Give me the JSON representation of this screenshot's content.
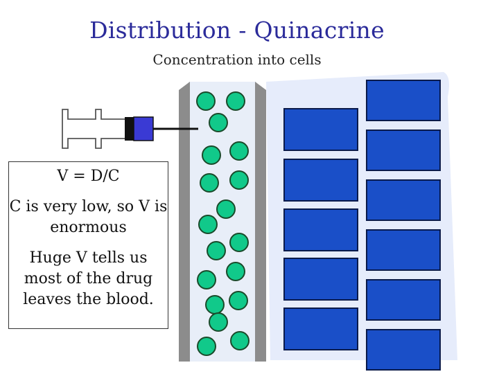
{
  "title": "Distribution - Quinacrine",
  "subtitle": "Concentration into cells",
  "text_box": {
    "line1": "V = D/C",
    "line2": "C is very low, so V is enormous",
    "line3": "Huge V tells us most of the drug leaves the blood."
  },
  "colors": {
    "title": "#2b2b9a",
    "molecule_fill": "#11c98a",
    "molecule_stroke": "#1a4a2a",
    "cell_fill": "#1a4fc8",
    "cell_stroke": "#0a1a4a",
    "tissue_bg": "#e6ecfb",
    "vessel_wall": "#8c8c8c",
    "vessel_inner": "#e8eef8",
    "plunger": "#3a3ad4"
  }
}
